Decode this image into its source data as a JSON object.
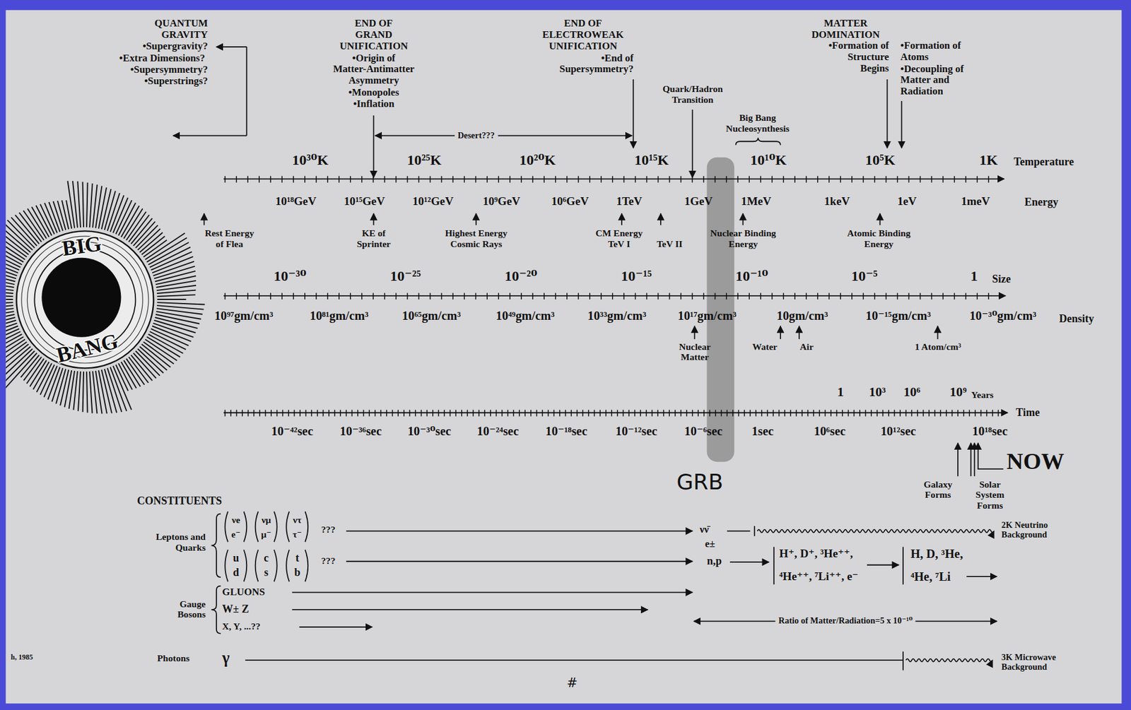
{
  "diagram": {
    "nodes": [
      {
        "text": [
          "BIG",
          "BANG"
        ]
      }
    ],
    "labels": [
      "QUANTUM GRAVITY",
      "•Supergravity?",
      "•Extra Dimensions?",
      "•Supersymmetry?",
      "•Superstrings?",
      "END OF GRAND UNIFICATION",
      "•Origin of Matter-Antimatter Asymmetry",
      "•Monopoles",
      "•Inflation",
      "Desert???",
      "END OF ELECTROWEAK UNIFICATION",
      "•End of Supersymmetry?",
      "Quark/Hadron Transition",
      "Big Bang Nucleosynthesis",
      "MATTER DOMINATION",
      "•Formation of Structure Begins",
      "•Formation of Atoms",
      "•Decoupling of Matter and Radiation",
      "10³⁰K",
      "10²⁵K",
      "10²⁰K",
      "10¹⁵K",
      "10¹⁰K",
      "10⁵K",
      "1K",
      "Temperature",
      "10¹⁸GeV",
      "10¹⁵GeV",
      "10¹²GeV",
      "10⁹GeV",
      "10⁶GeV",
      "1TeV",
      "1GeV",
      "1MeV",
      "1keV",
      "1eV",
      "1meV",
      "Energy",
      "Rest Energy of Flea",
      "KE of Sprinter",
      "Highest Energy Cosmic Rays",
      "CM Energy TeV I",
      "TeV II",
      "Nuclear Binding Energy",
      "Atomic Binding Energy",
      "10⁻³⁰",
      "10⁻²⁵",
      "10⁻²⁰",
      "10⁻¹⁵",
      "10⁻¹⁰",
      "10⁻⁵",
      "1",
      "Size",
      "10⁹⁷gm/cm³",
      "10⁸¹gm/cm³",
      "10⁶⁵gm/cm³",
      "10⁴⁹gm/cm³",
      "10³³gm/cm³",
      "10¹⁷gm/cm³",
      "10gm/cm³",
      "10⁻¹⁵gm/cm³",
      "10⁻³⁰gm/cm³",
      "Density",
      "Nuclear Matter",
      "Water",
      "Air",
      "1 Atom/cm³",
      "1",
      "10³",
      "10⁶",
      "10⁹",
      "Years",
      "Time",
      "10⁻⁴²sec",
      "10⁻³⁶sec",
      "10⁻³⁰sec",
      "10⁻²⁴sec",
      "10⁻¹⁸sec",
      "10⁻¹²sec",
      "10⁻⁶sec",
      "1sec",
      "10⁶sec",
      "10¹²sec",
      "10¹⁸sec",
      "NOW",
      "Galaxy Forms",
      "Solar System Forms",
      "GRB",
      "CONSTITUENTS",
      "Leptons and Quarks",
      "νe",
      "e⁻",
      "νμ",
      "μ⁻",
      "ντ",
      "τ⁻",
      "???",
      "u",
      "d",
      "c",
      "s",
      "t",
      "b",
      "???",
      "νν̄",
      "e±",
      "n,p",
      "2K Neutrino Background",
      "H⁺, D⁺, ³He⁺⁺,",
      "⁴He⁺⁺, ⁷Li⁺⁺, e⁻",
      "H, D, ³He,",
      "⁴He, ⁷Li",
      "Gauge Bosons",
      "GLUONS",
      "W± Z",
      "X, Y, ...??",
      "Ratio of Matter/Radiation=5 x 10⁻¹⁰",
      "Photons",
      "γ",
      "3K Microwave Background",
      "#",
      "h, 1985"
    ]
  }
}
